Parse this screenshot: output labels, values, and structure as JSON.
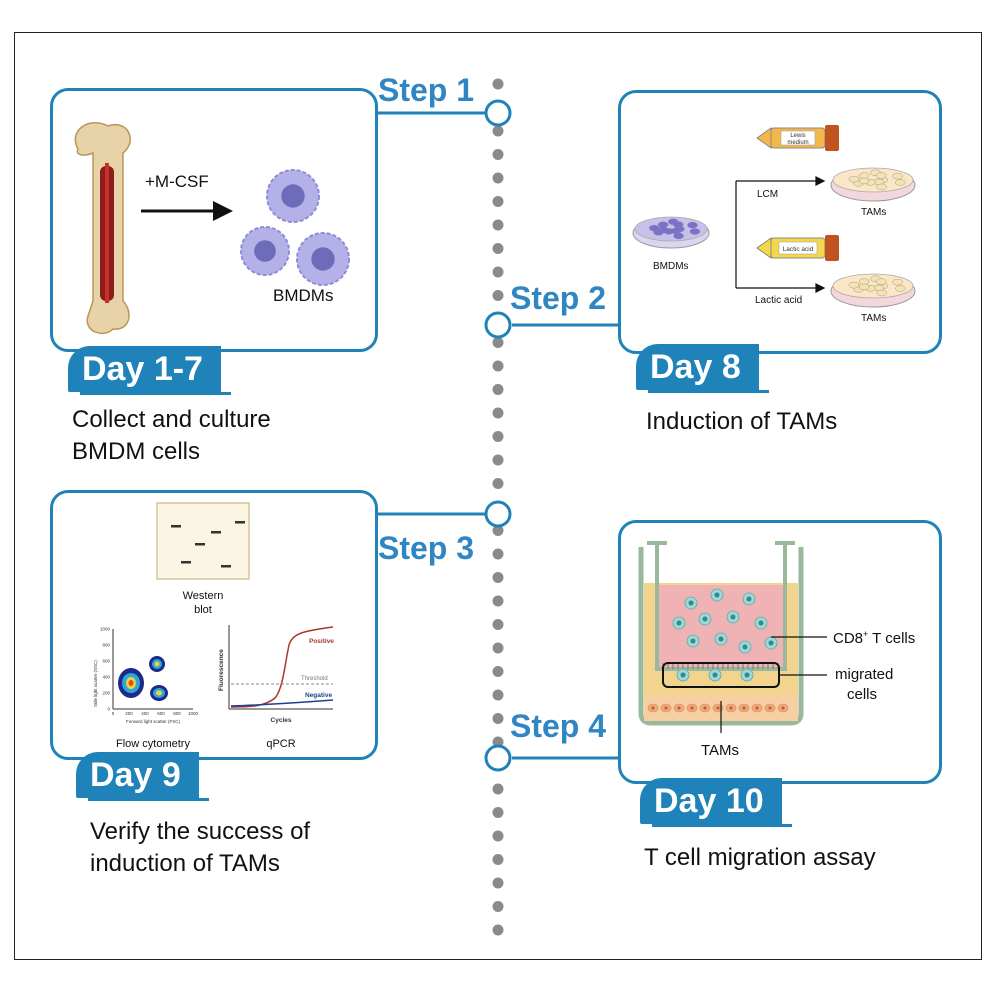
{
  "steps": [
    {
      "label": "Step 1"
    },
    {
      "label": "Step 2"
    },
    {
      "label": "Step 3"
    },
    {
      "label": "Step 4"
    }
  ],
  "days": [
    "Day 1-7",
    "Day 8",
    "Day 9",
    "Day 10"
  ],
  "captions": {
    "c1": "Collect and culture",
    "c1b": "BMDM cells",
    "c2": "Induction of TAMs",
    "c3": "Verify the success of",
    "c3b": "induction of TAMs",
    "c4": "T cell migration assay"
  },
  "panel1": {
    "treatment": "+M-CSF",
    "cells": "BMDMs"
  },
  "panel2": {
    "source": "BMDMs",
    "tube1": "Lewis medium",
    "tube1a": "Lewis",
    "tube1b": "medium",
    "tube2": "Lactic acid",
    "branch1": "LCM",
    "branch2": "Lactic acid",
    "result1": "TAMs",
    "result2": "TAMs"
  },
  "panel3": {
    "wb1": "Western",
    "wb2": "blot",
    "flow": "Flow cytometry",
    "qpcr": "qPCR",
    "flow_ylabel": "Side light scatter (SSC)",
    "flow_xlabel": "Forward light scatter (FSC)",
    "flow_yticks": [
      "0",
      "200",
      "400",
      "600",
      "800",
      "1000"
    ],
    "flow_xticks": [
      "0",
      "200",
      "400",
      "600",
      "800",
      "1000"
    ],
    "qpcr_ylabel": "Fluorescence",
    "qpcr_xlabel": "Cycles",
    "positive": "Positive",
    "threshold": "Threshold",
    "negative": "Negative"
  },
  "panel4": {
    "cd8": "CD8",
    "cd8sup": "+",
    "tcells": " T cells",
    "migrated1": "migrated",
    "migrated2": "cells",
    "tams": "TAMs"
  },
  "colors": {
    "accent": "#1f82b8",
    "step_text": "#2f86c3",
    "dots": "#8a8a8a"
  }
}
